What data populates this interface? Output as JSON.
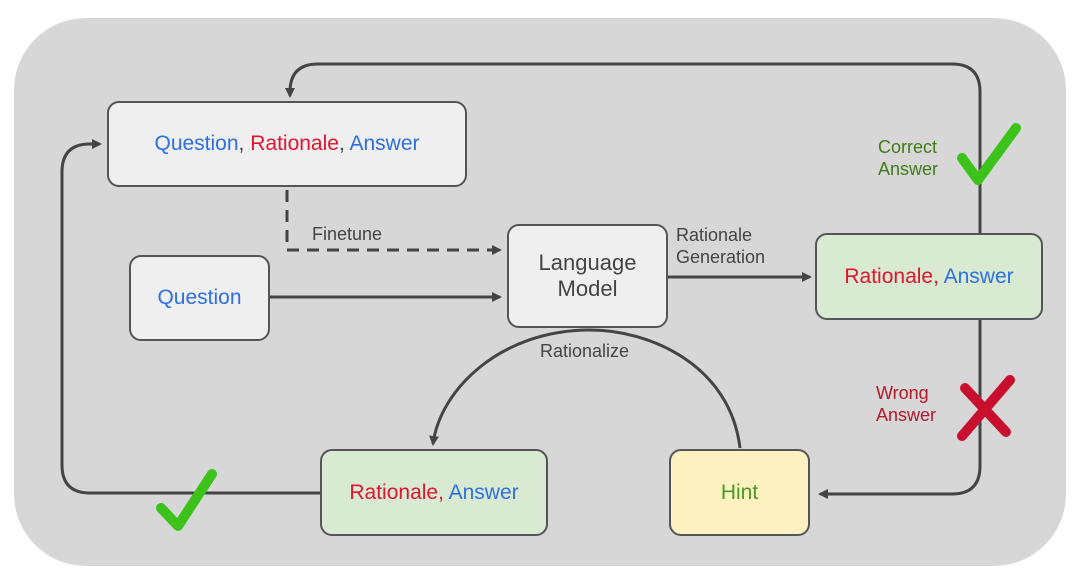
{
  "nodes": {
    "qra": {
      "part1": "Question",
      "sep1": ", ",
      "part2": "Rationale",
      "sep2": ", ",
      "part3": "Answer"
    },
    "question": {
      "label": "Question"
    },
    "language_model": {
      "line1": "Language",
      "line2": "Model"
    },
    "generated": {
      "part1": "Rationale,",
      "part2": " Answer"
    },
    "rationalized": {
      "part1": "Rationale,",
      "part2": " Answer"
    },
    "hint": {
      "label": "Hint"
    }
  },
  "edge_labels": {
    "finetune": "Finetune",
    "rationale_generation_1": "Rationale",
    "rationale_generation_2": "Generation",
    "rationalize": "Rationalize",
    "correct_1": "Correct",
    "correct_2": "Answer",
    "wrong_1": "Wrong",
    "wrong_2": "Answer"
  },
  "colors": {
    "panel": "#d7d7d7",
    "blue_text": "#2f6fe0",
    "red_text": "#e0142c",
    "checkmark": "#3cc21a",
    "cross": "#c8102e",
    "green_box": "#d9ead3",
    "yellow_box": "#fdf1c1",
    "gray_box": "#efefef"
  },
  "icons": {
    "correct": "checkmark-icon",
    "wrong": "cross-icon",
    "approved": "checkmark-icon"
  }
}
